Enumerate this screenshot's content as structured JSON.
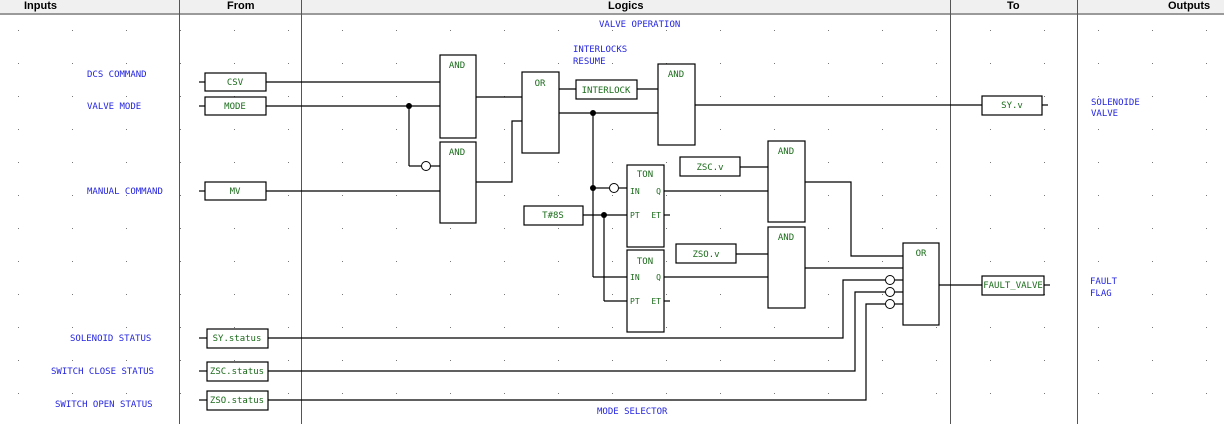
{
  "header": {
    "inputs": "Inputs",
    "from": "From",
    "logics": "Logics",
    "to": "To",
    "outputs": "Outputs"
  },
  "annotations": {
    "top": "VALVE OPERATION",
    "bottom": "MODE SELECTOR",
    "interlocks_1": "INTERLOCKS",
    "interlocks_2": "RESUME"
  },
  "inputs": {
    "dcs_command": "DCS COMMAND",
    "valve_mode": "VALVE MODE",
    "manual_command": "MANUAL COMMAND",
    "solenoid_status": "SOLENOID STATUS",
    "switch_close_status": "SWITCH CLOSE STATUS",
    "switch_open_status": "SWITCH OPEN STATUS"
  },
  "from": {
    "csv": "CSV",
    "mode": "MODE",
    "mv": "MV",
    "sy_status": "SY.status",
    "zsc_status": "ZSC.status",
    "zso_status": "ZSO.status"
  },
  "logic": {
    "and": "AND",
    "or": "OR",
    "interlock": "INTERLOCK",
    "ton": "TON",
    "in": "IN",
    "q": "Q",
    "pt": "PT",
    "et": "ET",
    "time": "T#8S",
    "zsc_v": "ZSC.v",
    "zso_v": "ZSO.v"
  },
  "to": {
    "sy_v": "SY.v",
    "fault_valve": "FAULT_VALVE"
  },
  "outputs": {
    "solenoid_valve_1": "SOLENOIDE",
    "solenoid_valve_2": "VALVE",
    "fault_flag_1": "FAULT",
    "fault_flag_2": "FLAG"
  },
  "colors": {
    "label": "#2424e0",
    "block_text": "#1b6b1b",
    "wire": "#000000",
    "divider": "#555555"
  }
}
